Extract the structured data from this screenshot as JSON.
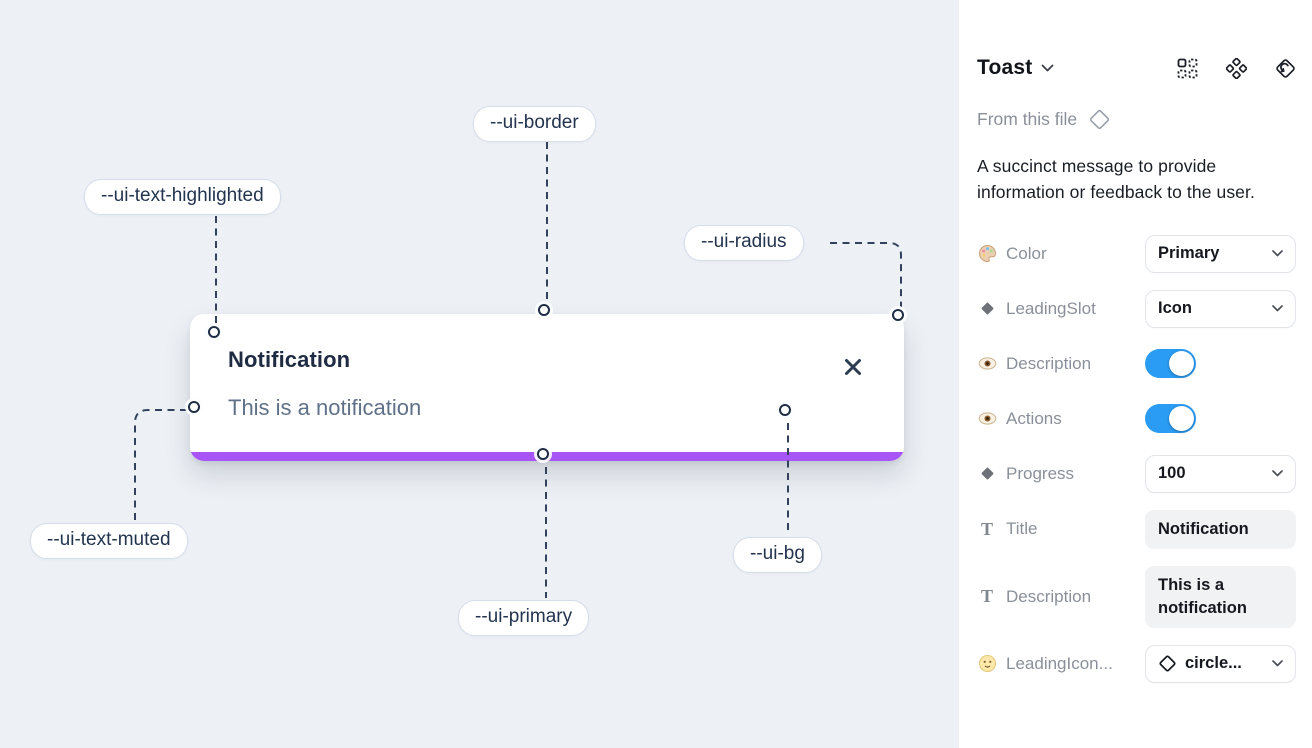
{
  "colors": {
    "canvas_bg": "#edf1f6",
    "card_bg": "#ffffff",
    "accent_primary": "#a855f7",
    "toggle_on": "#2b9cf4",
    "annotation_ink": "#23344f",
    "muted_text": "#5f7089"
  },
  "canvas": {
    "toast": {
      "title": "Notification",
      "description": "This is a notification",
      "close_icon": "close-icon"
    },
    "annotations": [
      {
        "id": "ui-text-highlighted",
        "label": "--ui-text-highlighted"
      },
      {
        "id": "ui-border",
        "label": "--ui-border"
      },
      {
        "id": "ui-radius",
        "label": "--ui-radius"
      },
      {
        "id": "ui-text-muted",
        "label": "--ui-text-muted"
      },
      {
        "id": "ui-primary",
        "label": "--ui-primary"
      },
      {
        "id": "ui-bg",
        "label": "--ui-bg"
      }
    ]
  },
  "panel": {
    "title": "Toast",
    "title_chevron_icon": "chevron-down-icon",
    "header_icons": [
      "component-properties-icon",
      "components-icon",
      "swap-instance-icon"
    ],
    "source": {
      "label": "From this file",
      "icon": "diamond-outline-icon"
    },
    "description": "A succinct message to provide information or feedback to the user.",
    "properties": [
      {
        "icon": "palette-icon",
        "label": "Color",
        "control": "select",
        "value": "Primary"
      },
      {
        "icon": "diamond-icon",
        "label": "LeadingSlot",
        "control": "select",
        "value": "Icon"
      },
      {
        "icon": "eye-icon",
        "label": "Description",
        "control": "toggle",
        "value": "on"
      },
      {
        "icon": "eye-icon",
        "label": "Actions",
        "control": "toggle",
        "value": "on"
      },
      {
        "icon": "diamond-icon",
        "label": "Progress",
        "control": "select",
        "value": "100"
      },
      {
        "icon": "text-icon",
        "label": "Title",
        "control": "text",
        "value": "Notification"
      },
      {
        "icon": "text-icon",
        "label": "Description",
        "control": "text",
        "value": "This is a notification"
      },
      {
        "icon": "smiley-icon",
        "label": "LeadingIcon...",
        "control": "icon-select",
        "value": "circle...",
        "value_icon": "diamond-outline-icon"
      }
    ]
  }
}
